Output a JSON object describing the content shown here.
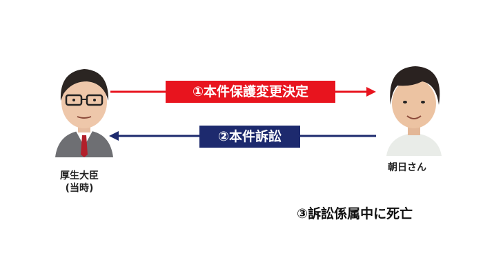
{
  "nodes": {
    "left": {
      "caption_line1": "厚生大臣",
      "caption_line2": "(当時)"
    },
    "right": {
      "caption": "朝日さん"
    }
  },
  "arrows": {
    "first": {
      "label": "①本件保護変更決定",
      "color": "#e8141e"
    },
    "second": {
      "label": "②本件訴訟",
      "color": "#1d2a6e"
    }
  },
  "note": {
    "text": "③訴訟係属中に死亡"
  }
}
